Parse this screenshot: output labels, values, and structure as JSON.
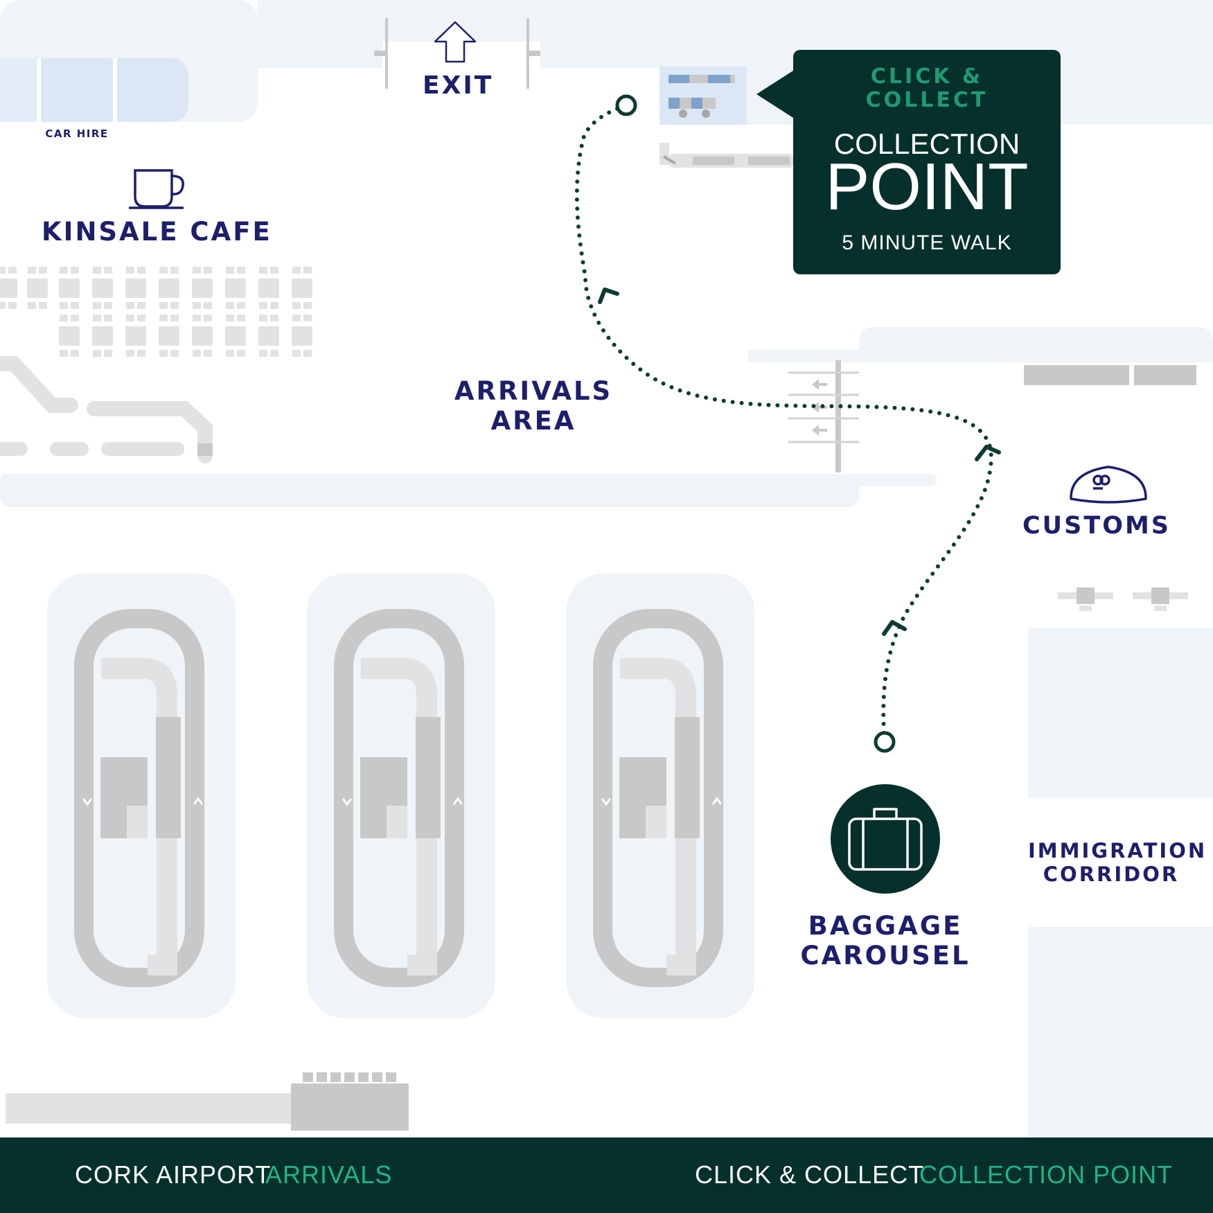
{
  "labels": {
    "exit": "EXIT",
    "car_hire": "CAR HIRE",
    "cafe": "KINSALE CAFE",
    "arrivals_line1": "ARRIVALS",
    "arrivals_line2": "AREA",
    "customs": "CUSTOMS",
    "immigration_line1": "IMMIGRATION",
    "immigration_line2": "CORRIDOR",
    "baggage_line1": "BAGGAGE",
    "baggage_line2": "CAROUSEL"
  },
  "callout": {
    "brand_line1": "CLICK &",
    "brand_line2": "COLLECT",
    "title_line1": "COLLECTION",
    "title_line2": "POINT",
    "walk_time": "5 MINUTE WALK"
  },
  "footer": {
    "left_white": "CORK AIRPORT",
    "left_green": "ARRIVALS",
    "right_white": "CLICK & COLLECT",
    "right_green": "COLLECTION POINT"
  },
  "colors": {
    "dark_green": "#06302b",
    "accent_green": "#1fb585",
    "navy_text": "#1d1f6b",
    "floor_light": "#eef4f8",
    "fixture_grey": "#c8c8c8"
  },
  "icons": [
    "up-arrow-icon",
    "coffee-cup-icon",
    "customs-officer-cap-icon",
    "suitcase-icon"
  ]
}
